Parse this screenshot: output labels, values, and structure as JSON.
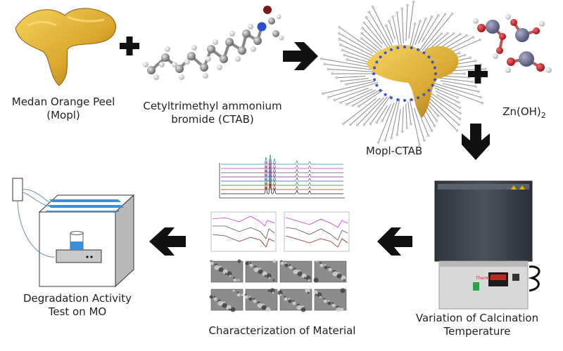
{
  "labels": {
    "orange_peel": {
      "line1": "Medan Orange Peel",
      "line2": "(Mopl)"
    },
    "ctab": {
      "line1": "Cetyltrimethyl ammonium",
      "line2": "bromide (CTAB)"
    },
    "zinc_hydroxide": {
      "text": "Zn(OH)",
      "subscript": "2"
    },
    "composite": {
      "text": "Mopl-CTAB"
    },
    "calcination": {
      "line1": "Variation of Calcination",
      "line2": "Temperature"
    },
    "characterization": {
      "text": "Characterization of Material"
    },
    "degradation": {
      "line1": "Degradation Activity",
      "line2": "Test on MO"
    }
  },
  "furnace": {
    "brand_label": "Thermo"
  },
  "colors": {
    "peel_dark": "#b8861c",
    "peel_light": "#f2c94c",
    "arrow": "#111111",
    "furnace_body": "#3f4650",
    "furnace_base": "#d6d6d6",
    "zinc_atom": "#6a6e8f",
    "oxygen_atom": "#c8202a",
    "box_side": "#b9b9b9",
    "lamp_blue": "#3c8fd6"
  },
  "icons": [
    "plus-icon",
    "arrow-right-icon",
    "arrow-down-icon",
    "arrow-left-icon"
  ]
}
